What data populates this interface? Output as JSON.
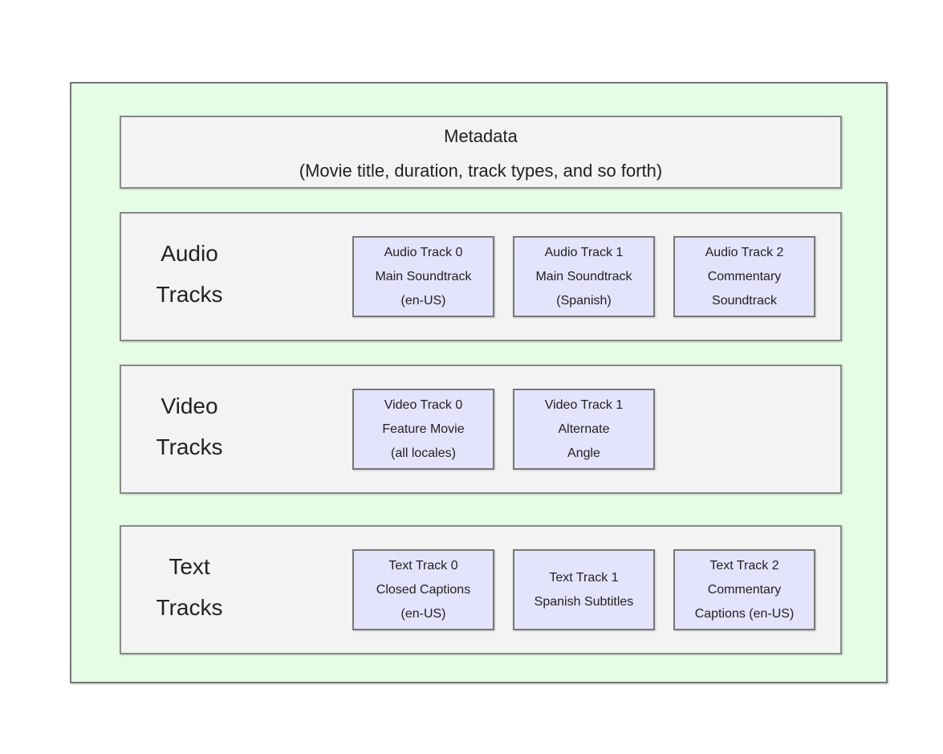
{
  "metadata": {
    "title": "Metadata",
    "subtitle": "(Movie title, duration, track types, and so forth)"
  },
  "audio": {
    "label": [
      "Audio",
      "Tracks"
    ],
    "tracks": [
      {
        "lines": [
          "Audio Track 0",
          "Main Soundtrack",
          "(en-US)"
        ]
      },
      {
        "lines": [
          "Audio Track 1",
          "Main Soundtrack",
          "(Spanish)"
        ]
      },
      {
        "lines": [
          "Audio Track 2",
          "Commentary",
          "Soundtrack"
        ]
      }
    ]
  },
  "video": {
    "label": [
      "Video",
      "Tracks"
    ],
    "tracks": [
      {
        "lines": [
          "Video Track 0",
          "Feature Movie",
          "(all locales)"
        ]
      },
      {
        "lines": [
          "Video Track 1",
          "Alternate",
          "Angle"
        ]
      }
    ]
  },
  "text": {
    "label": [
      "Text",
      "Tracks"
    ],
    "tracks": [
      {
        "lines": [
          "Text Track 0",
          "Closed Captions",
          "(en-US)"
        ]
      },
      {
        "lines": [
          "Text Track 1",
          "Spanish Subtitles"
        ]
      },
      {
        "lines": [
          "Text Track 2",
          "Commentary",
          "Captions (en-US)"
        ]
      }
    ]
  }
}
